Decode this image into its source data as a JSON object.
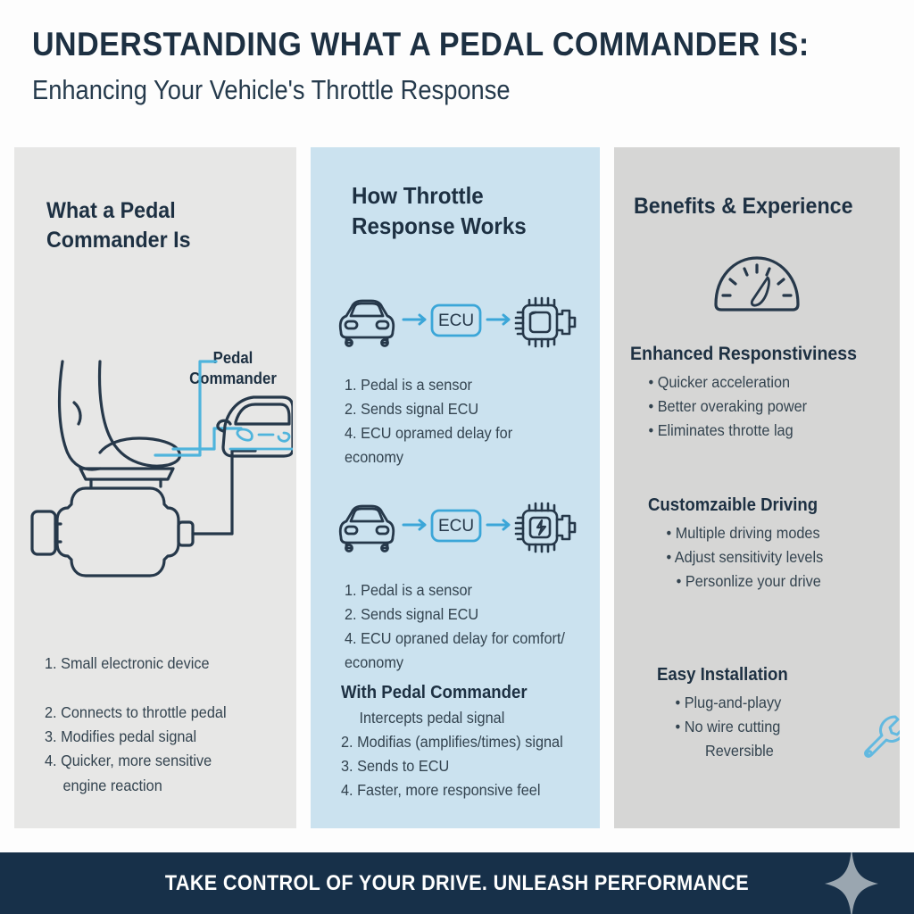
{
  "header": {
    "title": "UNDERSTANDING WHAT A PEDAL COMMANDER IS:",
    "subtitle": "Enhancing Your Vehicle's Throttle Response"
  },
  "colors": {
    "navy": "#1d3042",
    "footer_bg": "#173049",
    "panel1_bg": "#e7e7e6",
    "panel2_bg": "#cbe2ef",
    "panel3_bg": "#d6d6d5",
    "accent_blue": "#4fb4dc",
    "line_dark": "#26384a"
  },
  "panel1": {
    "heading": "What a Pedal\nCommander Is",
    "heading_line1": "What a Pedal",
    "heading_line2": "Commander Is",
    "diagram_label_line1": "Pedal",
    "diagram_label_line2": "Commander",
    "list": [
      "1. Small electronic device",
      "2. Connects to throttle pedal",
      "3. Modifies pedal signal",
      "4. Quicker, more sensitive",
      "engine reaction"
    ]
  },
  "panel2": {
    "heading_line1": "How Throttle",
    "heading_line2": "Response Works",
    "flow1": {
      "node1": "car-icon",
      "node2": "ECU",
      "node3": "chip-icon"
    },
    "flow2": {
      "node1": "car-icon",
      "node2": "ECU",
      "node3": "chip-bolt-icon"
    },
    "list1": [
      "1. Pedal is a sensor",
      "2. Sends signal ECU",
      "4. ECU opramed delay for",
      "economy"
    ],
    "list2": [
      "1. Pedal is a sensor",
      "2. Sends signal ECU",
      "4. ECU opraned delay for comfort/",
      "economy"
    ],
    "with_heading": "With Pedal Commander",
    "with_list": [
      "Intercepts pedal signal",
      "2. Modifias (amplifies/times) signal",
      "3. Sends to ECU",
      "4. Faster, more responsive feel"
    ]
  },
  "panel3": {
    "heading": "Benefits & Experience",
    "gauge_icon": "speedometer-icon",
    "wrench_icon": "wrench-icon",
    "sections": [
      {
        "title": "Enhanced Responstiviness",
        "items": [
          "Quicker acceleration",
          "Better overaking power",
          "Eliminates throtte lag"
        ]
      },
      {
        "title": "Customzaible Driving",
        "items": [
          "Multiple driving modes",
          "Adjust sensitivity levels",
          "Personlize your drive"
        ]
      },
      {
        "title": "Easy Installation",
        "items": [
          "Plug-and-playy",
          "No wire cutting"
        ],
        "trailing": "Reversible"
      }
    ]
  },
  "footer": {
    "text": "TAKE CONTROL OF YOUR DRIVE. UNLEASH PERFORMANCE",
    "sparkle_icon": "sparkle-icon"
  }
}
